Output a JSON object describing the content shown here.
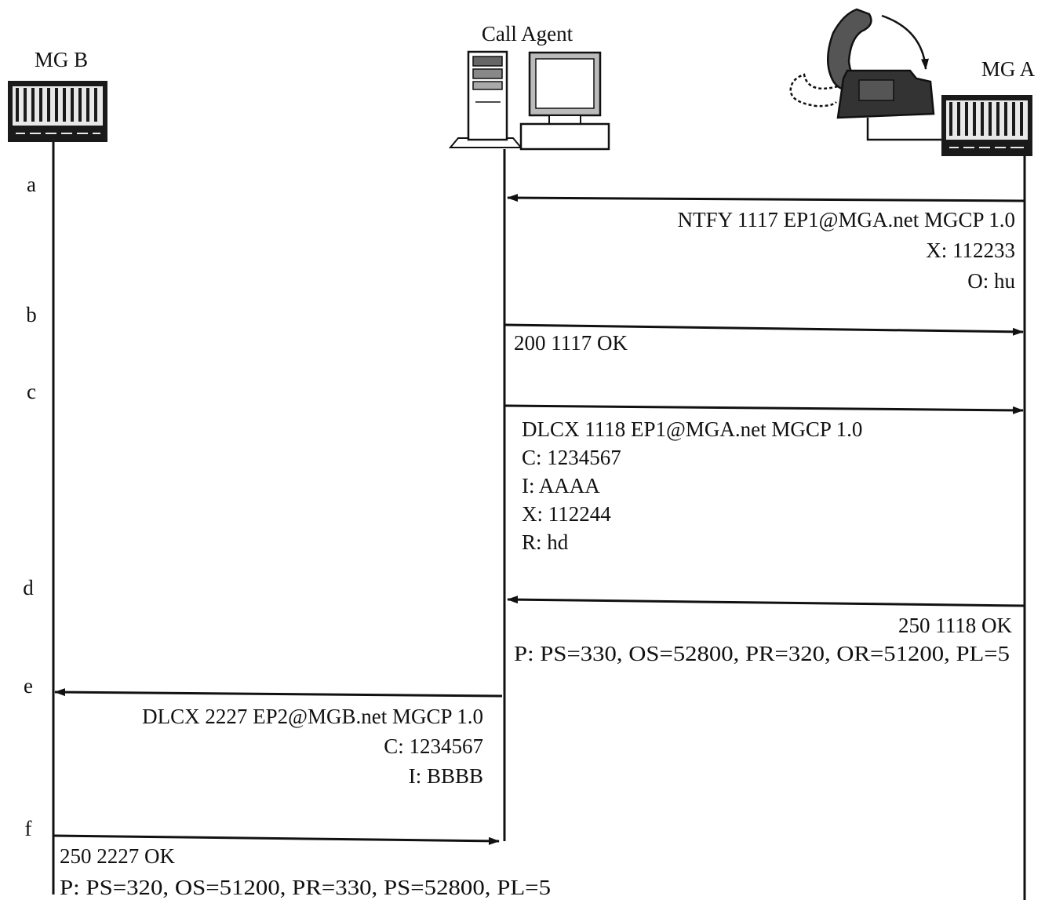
{
  "entities": [
    {
      "id": "mgb",
      "label": "MG B"
    },
    {
      "id": "ca",
      "label": "Call Agent"
    },
    {
      "id": "mga",
      "label": "MG A"
    }
  ],
  "steps": [
    "a",
    "b",
    "c",
    "d",
    "e",
    "f"
  ],
  "messages": [
    {
      "step": "a",
      "from": "mga",
      "to": "ca",
      "lines": [
        "NTFY 1117 EP1@MGA.net MGCP 1.0",
        "X: 112233",
        "O: hu"
      ]
    },
    {
      "step": "b",
      "from": "ca",
      "to": "mga",
      "lines": [
        "200 1117 OK"
      ]
    },
    {
      "step": "c",
      "from": "ca",
      "to": "mga",
      "lines": [
        "DLCX 1118 EP1@MGA.net MGCP 1.0",
        "C: 1234567",
        "I: AAAA",
        "X: 112244",
        "R: hd"
      ]
    },
    {
      "step": "d",
      "from": "mga",
      "to": "ca",
      "lines": [
        "250 1118 OK",
        "P: PS=330, OS=52800, PR=320, OR=51200, PL=5"
      ]
    },
    {
      "step": "e",
      "from": "ca",
      "to": "mgb",
      "lines": [
        "DLCX 2227 EP2@MGB.net MGCP 1.0",
        "C: 1234567",
        "I: BBBB"
      ]
    },
    {
      "step": "f",
      "from": "mgb",
      "to": "ca",
      "lines": [
        "250 2227 OK",
        "P: PS=320, OS=51200, PR=330, PS=52800, PL=5"
      ]
    }
  ]
}
